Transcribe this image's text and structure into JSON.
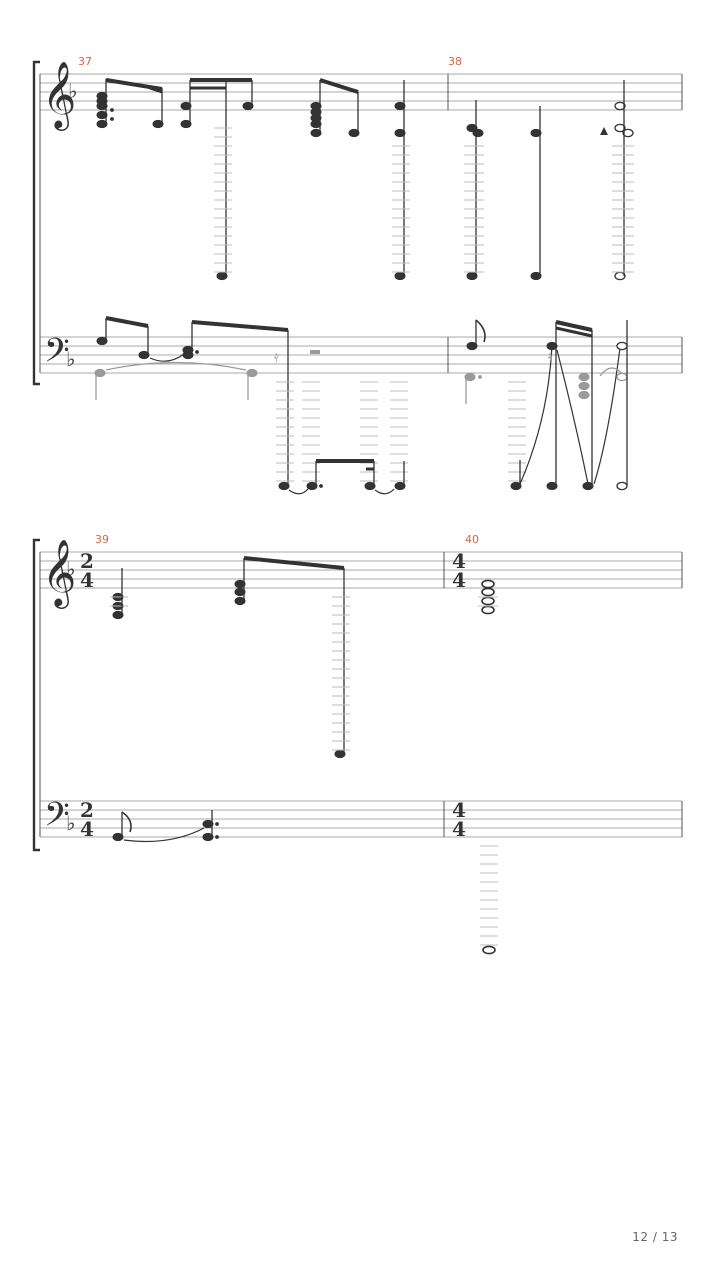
{
  "score": {
    "systems": [
      {
        "measures": [
          {
            "number": "37"
          },
          {
            "number": "38"
          }
        ]
      },
      {
        "measures": [
          {
            "number": "39",
            "time_signature": {
              "top": "2",
              "bottom": "4"
            }
          },
          {
            "number": "40",
            "time_signature": {
              "top": "4",
              "bottom": "4"
            }
          }
        ]
      }
    ],
    "clefs": {
      "treble": "treble-clef",
      "bass": "bass-clef"
    },
    "key_signature": "one-flat",
    "colors": {
      "ink": "#333333",
      "staff_line": "#aaaaaa",
      "measure_number": "#e0643a",
      "voice2": "#9a9a9a"
    }
  },
  "footer": {
    "page_indicator": "12 / 13"
  }
}
